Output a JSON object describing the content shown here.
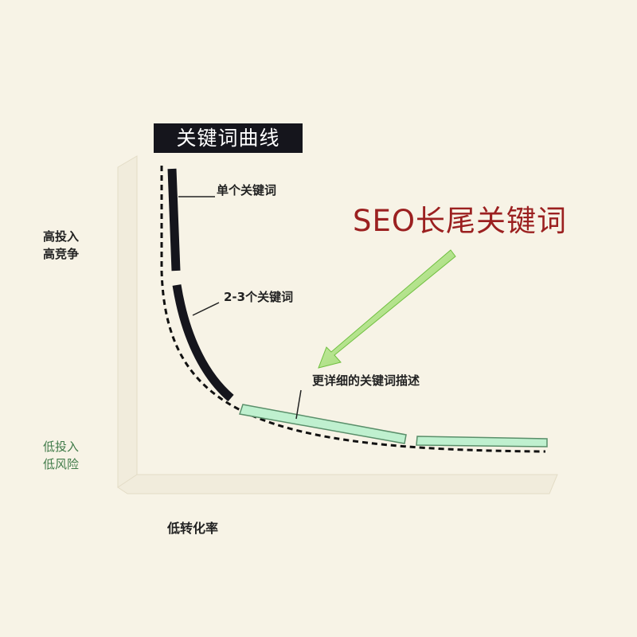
{
  "title": "关键词曲线",
  "segments": {
    "single": "单个关键词",
    "multi": "2-3个关键词",
    "detail": "更详细的关键词描述"
  },
  "callout": "SEO长尾关键词",
  "y_axis": {
    "high": [
      "高投入",
      "高竞争"
    ],
    "low": [
      "低投入",
      "低风险"
    ]
  },
  "x_axis": {
    "label": "低转化率"
  },
  "colors": {
    "dark_segment": "#15151c",
    "long_tail_segment": "#bff0cf",
    "arrow": "#8fd45a",
    "callout": "#9b2020",
    "low_axis_text": "#3f7a48",
    "background": "#f7f3e6"
  }
}
